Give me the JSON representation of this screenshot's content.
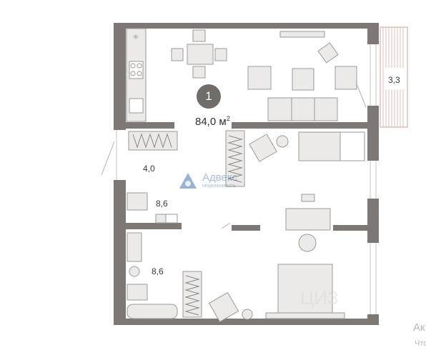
{
  "apartment": {
    "badge": "1",
    "total_area": "84,0",
    "total_unit": "м",
    "total_unit_power": "2"
  },
  "rooms": {
    "balcony_area": "3,3",
    "hall_area": "4,0",
    "bathroom1_area": "8,6",
    "bathroom2_area": "8,6"
  },
  "watermark": {
    "brand": "Адвекс",
    "subline": "недвижимость",
    "corner_text": "Ак",
    "corner_sub": "Что",
    "faint_text": "ЦИЗ"
  },
  "colors": {
    "wall": "#7d7875",
    "furniture_fill": "#ebeae8",
    "furniture_stroke": "#9d9a97",
    "badge": "#6f6c69",
    "watermark_blue": "#3f72b6"
  },
  "icons": [
    "kitchen-stove-icon",
    "sofa-icon",
    "bed-icon",
    "bathtub-icon",
    "toilet-icon",
    "sink-icon",
    "desk-icon",
    "armchair-icon",
    "radiator-icon"
  ]
}
